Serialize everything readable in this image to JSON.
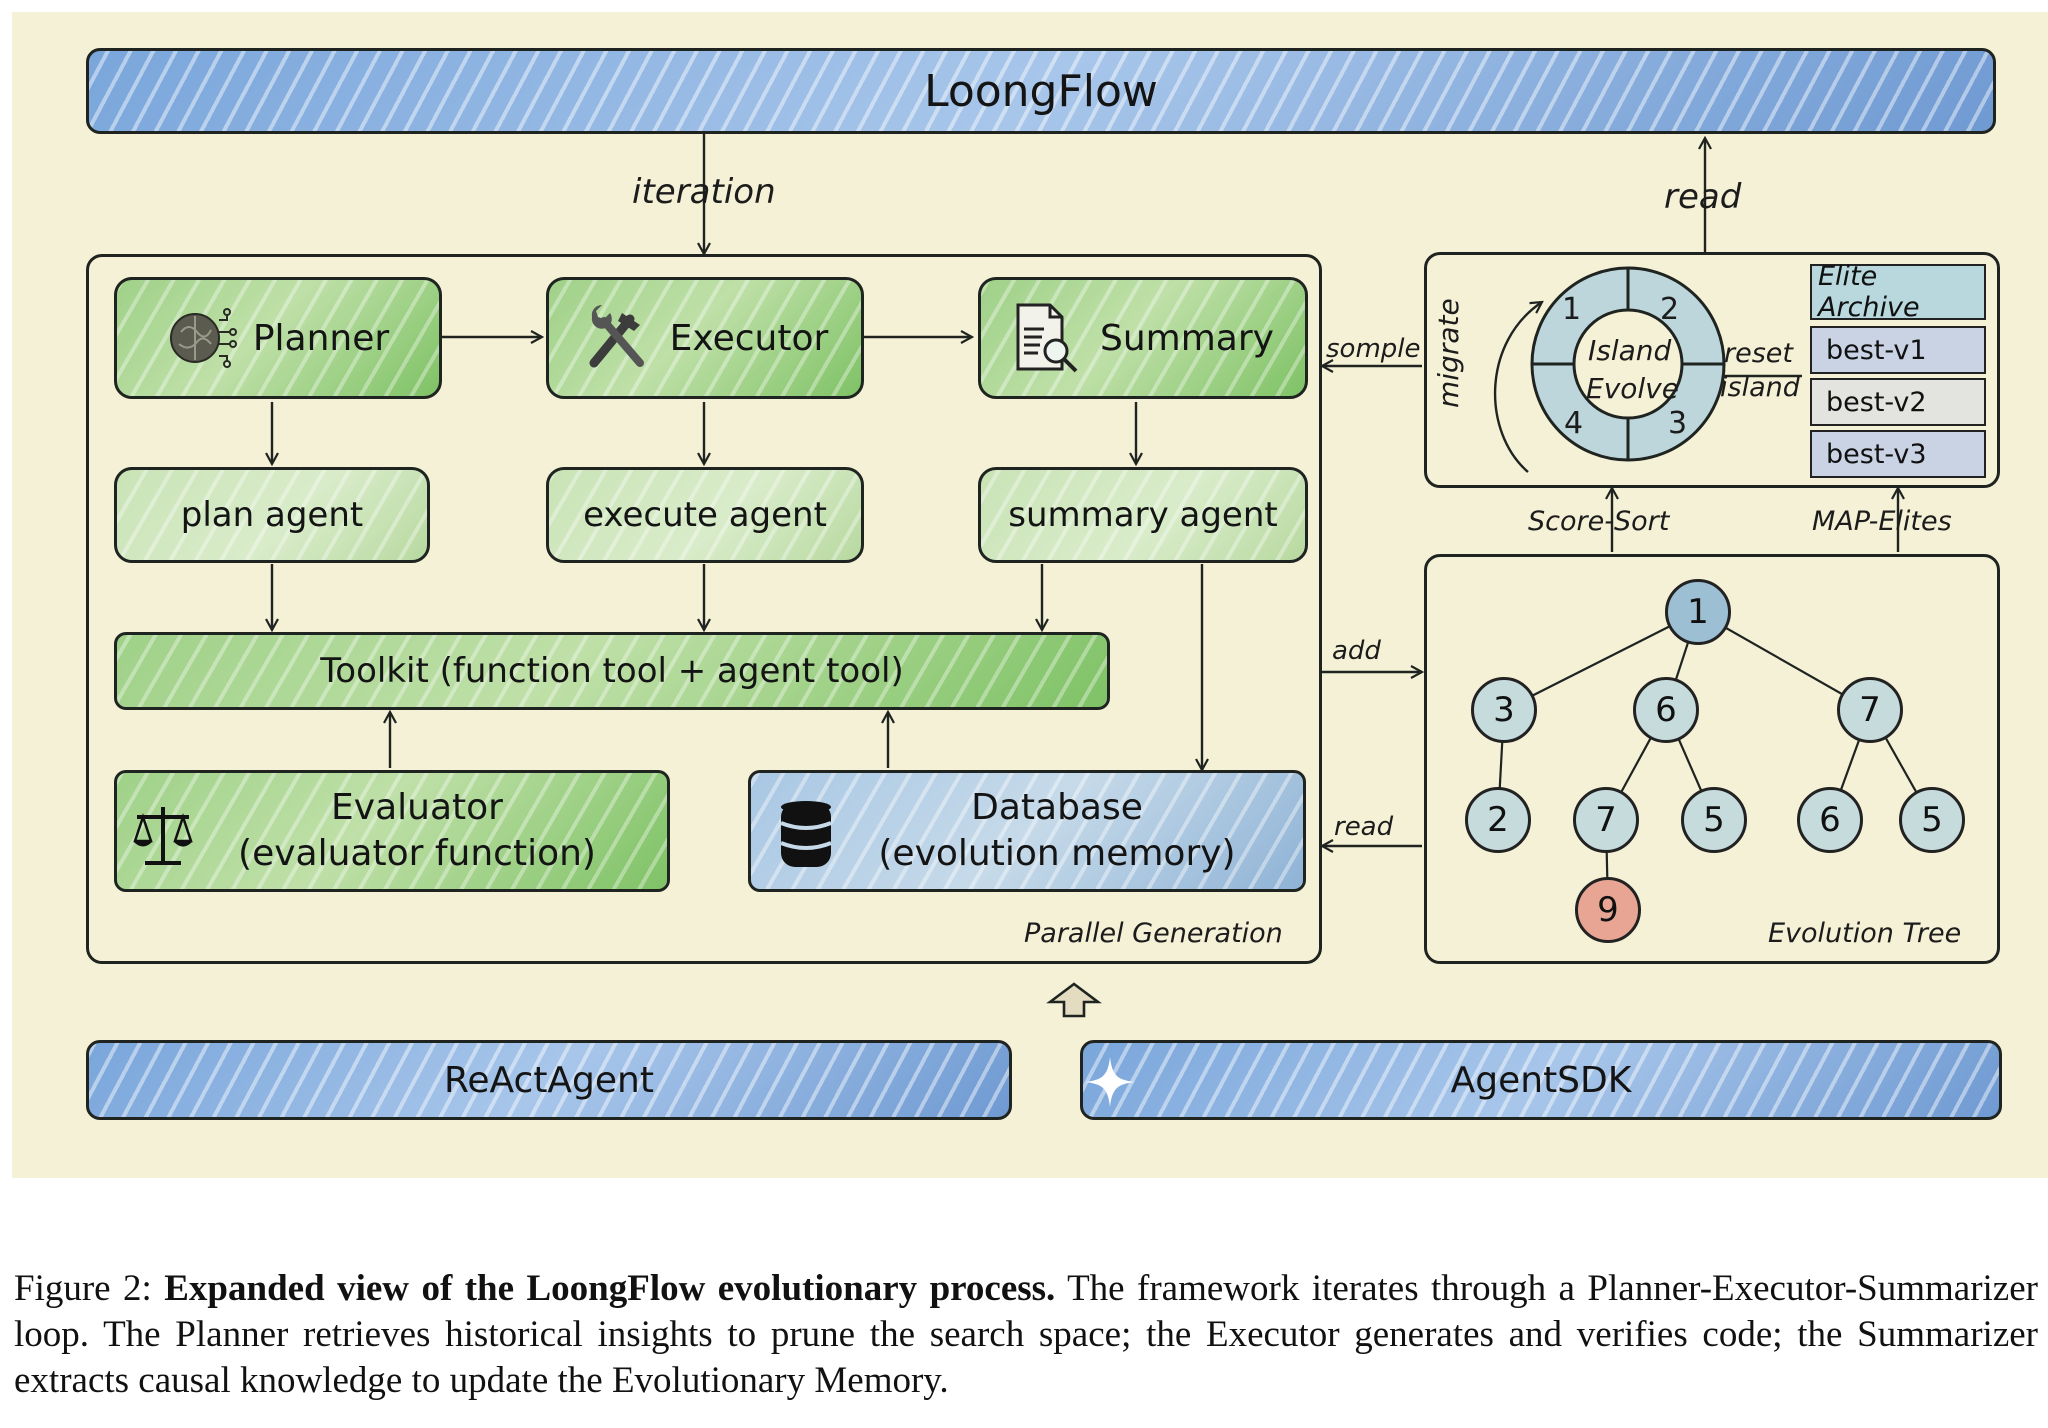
{
  "top_bar": {
    "title": "LoongFlow"
  },
  "connectors": {
    "iteration": "iteration",
    "read_top": "read",
    "sample": "somple",
    "add": "add",
    "read_db": "read",
    "score_sort": "Score-Sort",
    "map_elites": "MAP-Elites",
    "migrate": "migrate",
    "reset_island": [
      "reset",
      "island"
    ]
  },
  "parallel_generation": {
    "label": "Parallel Generation",
    "stages": [
      {
        "name": "Planner",
        "icon": "brain-circuit-icon",
        "agent": "plan agent"
      },
      {
        "name": "Executor",
        "icon": "hammer-wrench-icon",
        "agent": "execute agent"
      },
      {
        "name": "Summary",
        "icon": "document-search-icon",
        "agent": "summary agent"
      }
    ],
    "toolkit": "Toolkit (function tool + agent tool)",
    "evaluator": {
      "title": "Evaluator",
      "subtitle": "(evaluator function)",
      "icon": "scales-icon"
    },
    "database": {
      "title": "Database",
      "subtitle": "(evolution memory)",
      "icon": "database-icon"
    }
  },
  "island_panel": {
    "center": [
      "Island",
      "Evolve"
    ],
    "segments": [
      "1",
      "2",
      "3",
      "4"
    ],
    "archive_title": "Elite Archive",
    "archive_items": [
      "best-v1",
      "best-v2",
      "best-v3"
    ]
  },
  "evolution_tree": {
    "label": "Evolution Tree",
    "nodes": [
      {
        "id": "n1",
        "value": "1",
        "parent": null,
        "highlight": "root"
      },
      {
        "id": "n3",
        "value": "3",
        "parent": "n1"
      },
      {
        "id": "n6",
        "value": "6",
        "parent": "n1"
      },
      {
        "id": "n7",
        "value": "7",
        "parent": "n1"
      },
      {
        "id": "n2",
        "value": "2",
        "parent": "n3"
      },
      {
        "id": "n7b",
        "value": "7",
        "parent": "n6"
      },
      {
        "id": "n5",
        "value": "5",
        "parent": "n6"
      },
      {
        "id": "n6b",
        "value": "6",
        "parent": "n7"
      },
      {
        "id": "n5b",
        "value": "5",
        "parent": "n7"
      },
      {
        "id": "n9",
        "value": "9",
        "parent": "n7b",
        "highlight": "new"
      }
    ]
  },
  "bottom_bars": [
    "ReActAgent",
    "AgentSDK"
  ],
  "colors": {
    "green": "#8fca74",
    "blue": "#7aa6db",
    "node": "#c6dbdc",
    "root": "#9dbfd3",
    "new_node": "#e8a593",
    "background": "#f5f1d6"
  },
  "caption": {
    "prefix": "Figure 2: ",
    "bold": "Expanded view of the LoongFlow evolutionary process.",
    "text": " The framework iterates through a Planner-Executor-Summarizer loop. The Planner retrieves historical insights to prune the search space; the Executor generates and verifies code; the Summarizer extracts causal knowledge to update the Evolutionary Memory."
  }
}
